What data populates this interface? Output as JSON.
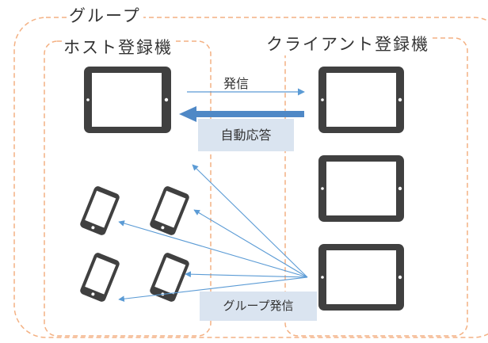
{
  "labels": {
    "group": "グループ",
    "host": "ホスト登録機",
    "client": "クライアント登録機",
    "call": "発信",
    "auto_answer": "自動応答",
    "group_call": "グループ発信"
  },
  "colors": {
    "device": "#404040",
    "arrow": "#5b9bd5",
    "thick_arrow": "#4f88c6",
    "group_border": "#f4b183",
    "label_bg": "#dae4f0"
  }
}
